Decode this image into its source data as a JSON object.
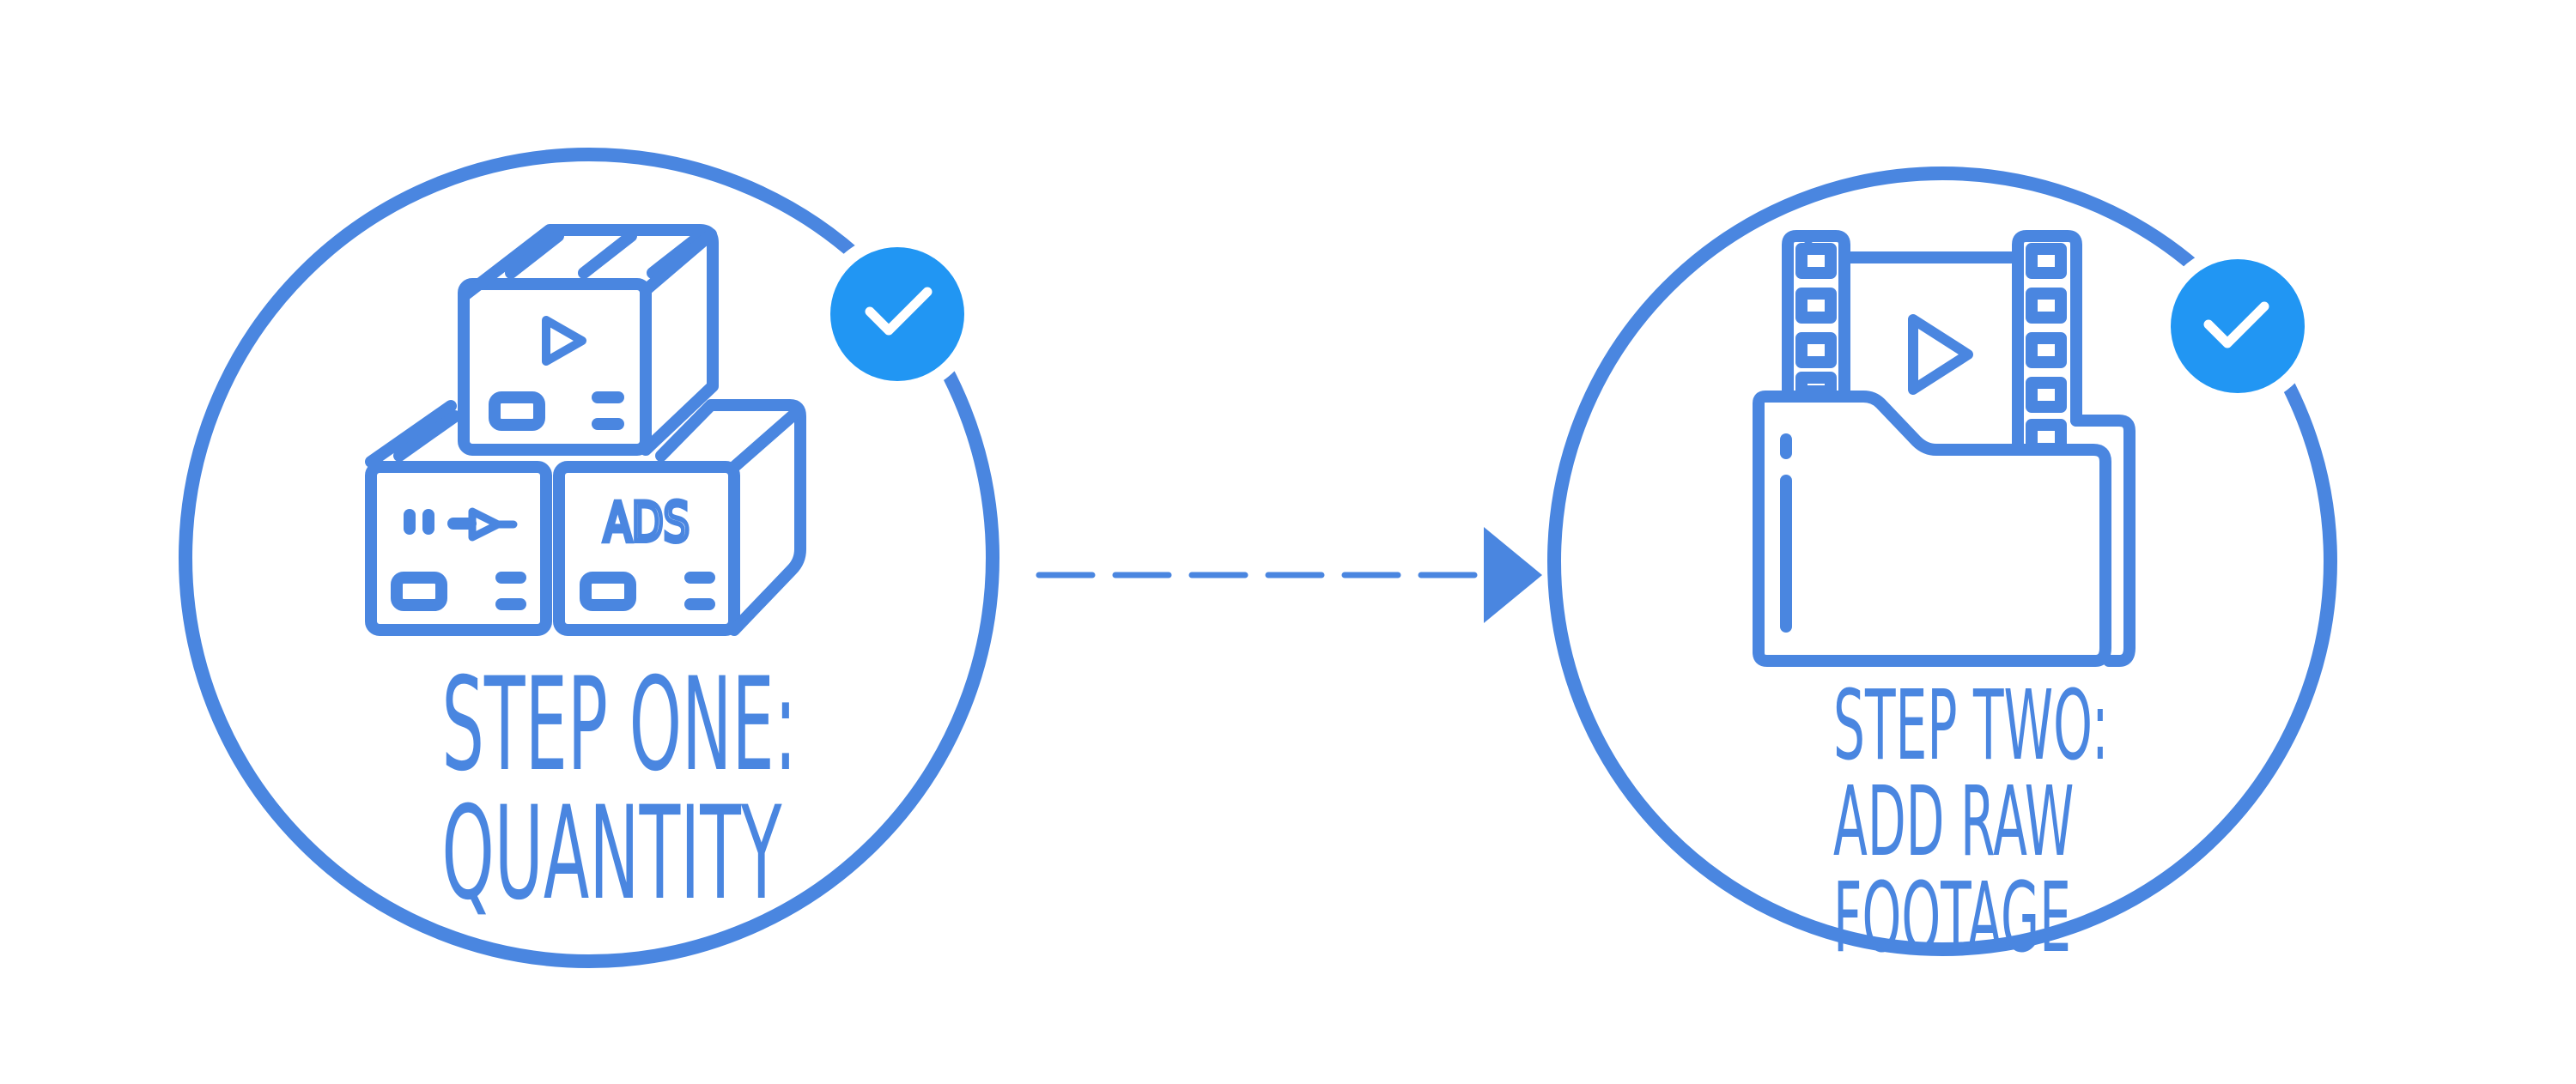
{
  "colors": {
    "stroke": "#4a86e0",
    "badge": "#2196f3",
    "check": "#ffffff",
    "background": "#ffffff"
  },
  "steps": [
    {
      "label_lines": [
        "STEP ONE:",
        "QUANTITY"
      ],
      "icon": "ad-boxes-icon",
      "box_texts": [
        "ADS"
      ],
      "badge_icon": "checkmark-icon"
    },
    {
      "label_lines": [
        "STEP TWO:",
        "ADD RAW",
        "FOOTAGE"
      ],
      "icon": "footage-folder-icon",
      "badge_icon": "checkmark-icon"
    }
  ],
  "connector": {
    "icon": "dashed-arrow-icon"
  }
}
